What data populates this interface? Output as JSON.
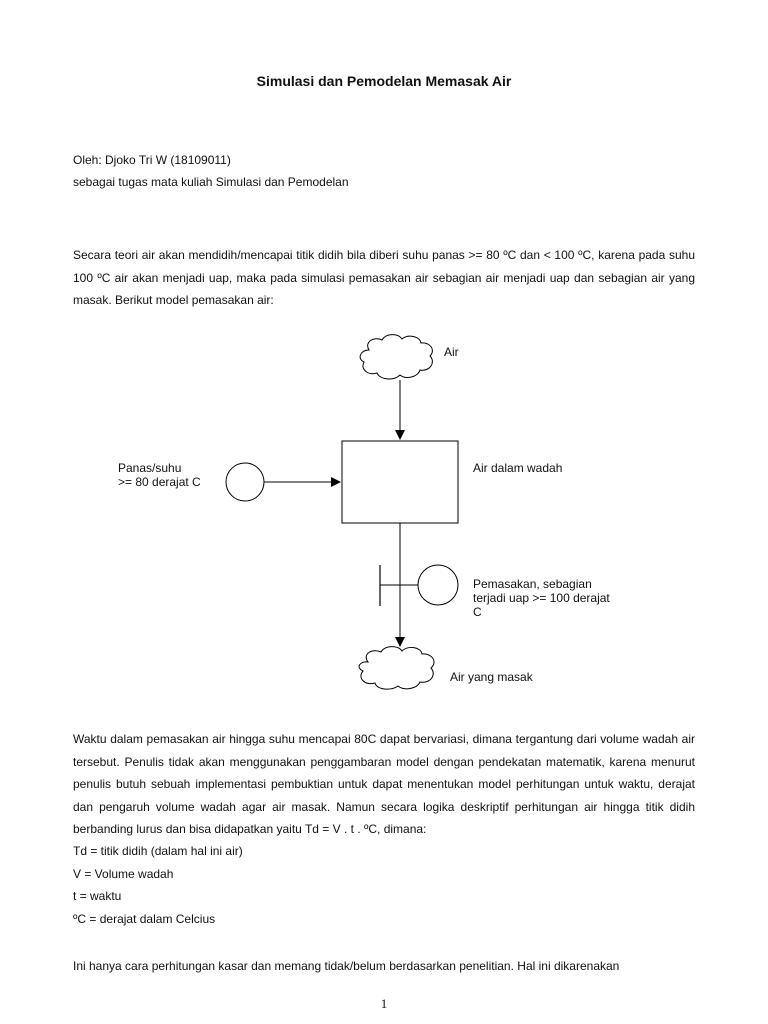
{
  "document": {
    "title": "Simulasi dan Pemodelan Memasak Air",
    "author_line": "Oleh: Djoko Tri W (18109011)",
    "course_line": "sebagai tugas mata kuliah Simulasi dan Pemodelan",
    "paragraph1": "Secara teori air akan mendidih/mencapai titik didih bila diberi suhu panas >= 80 ºC dan < 100 ºC, karena pada suhu 100 ºC air akan menjadi uap, maka pada simulasi pemasakan air sebagian air menjadi uap dan sebagian air yang masak. Berikut model pemasakan air:",
    "paragraph2": "Waktu dalam pemasakan air hingga suhu mencapai 80C dapat bervariasi, dimana tergantung dari volume wadah air tersebut. Penulis tidak akan menggunakan penggambaran model dengan pendekatan matematik, karena menurut penulis butuh sebuah implementasi pembuktian untuk dapat menentukan model perhitungan untuk waktu, derajat dan pengaruh volume wadah agar air masak. Namun secara logika deskriptif perhitungan air hingga titik didih berbanding lurus dan bisa didapatkan yaitu Td = V . t . ºC, dimana:",
    "definitions": [
      "Td = titik didih (dalam hal ini air)",
      "V = Volume wadah",
      "t = waktu",
      "ºC = derajat dalam Celcius"
    ],
    "paragraph3": "Ini hanya cara perhitungan kasar dan memang tidak/belum berdasarkan penelitian. Hal ini dikarenakan",
    "page_number": "1"
  },
  "diagram": {
    "source_label": "Air",
    "heat_label_line1": "Panas/suhu",
    "heat_label_line2": ">= 80 derajat C",
    "stock_label": "Air dalam wadah",
    "flow_label_line1": "Pemasakan, sebagian",
    "flow_label_line2": "terjadi uap >= 100 derajat",
    "flow_label_line3": "C",
    "sink_label": "Air yang masak"
  }
}
